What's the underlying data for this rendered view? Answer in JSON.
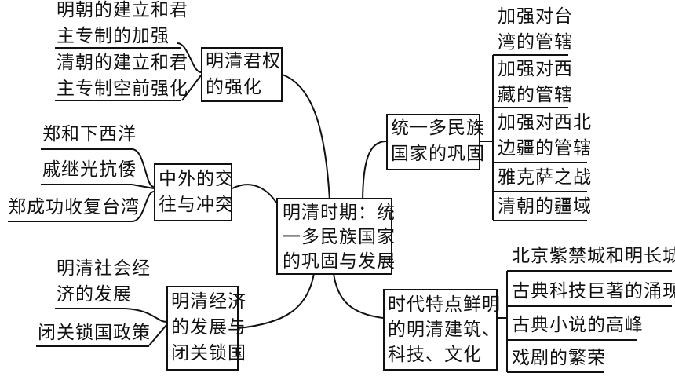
{
  "center": {
    "lines": [
      "明清时期：统",
      "一多民族国家",
      "的巩固与发展"
    ]
  },
  "branches": {
    "power": {
      "title": [
        "明清君权",
        "的强化"
      ],
      "leaves": [
        [
          "明朝的建立和君",
          "主专制的加强"
        ],
        [
          "清朝的建立和君",
          "主专制空前强化"
        ]
      ]
    },
    "foreign": {
      "title": [
        "中外的交",
        "往与冲突"
      ],
      "leaves": [
        "郑和下西洋",
        "戚继光抗倭",
        "郑成功收复台湾"
      ]
    },
    "economy": {
      "title": [
        "明清经济",
        "的发展与",
        "闭关锁国"
      ],
      "leaves": [
        [
          "明清社会经",
          "济的发展"
        ],
        [
          "闭关锁国政策"
        ]
      ]
    },
    "unity": {
      "title": [
        "统一多民族",
        "国家的巩固"
      ],
      "leaves": [
        [
          "加强对台",
          "湾的管辖"
        ],
        [
          "加强对西",
          "藏的管辖"
        ],
        [
          "加强对西北",
          "边疆的管辖"
        ],
        [
          "雅克萨之战"
        ],
        [
          "清朝的疆域"
        ]
      ]
    },
    "culture": {
      "title": [
        "时代特点鲜明",
        "的明清建筑、",
        "科技、文化"
      ],
      "leaves": [
        "北京紫禁城和明长城",
        "古典科技巨著的涌现",
        "古典小说的高峰",
        "戏剧的繁荣"
      ]
    }
  }
}
